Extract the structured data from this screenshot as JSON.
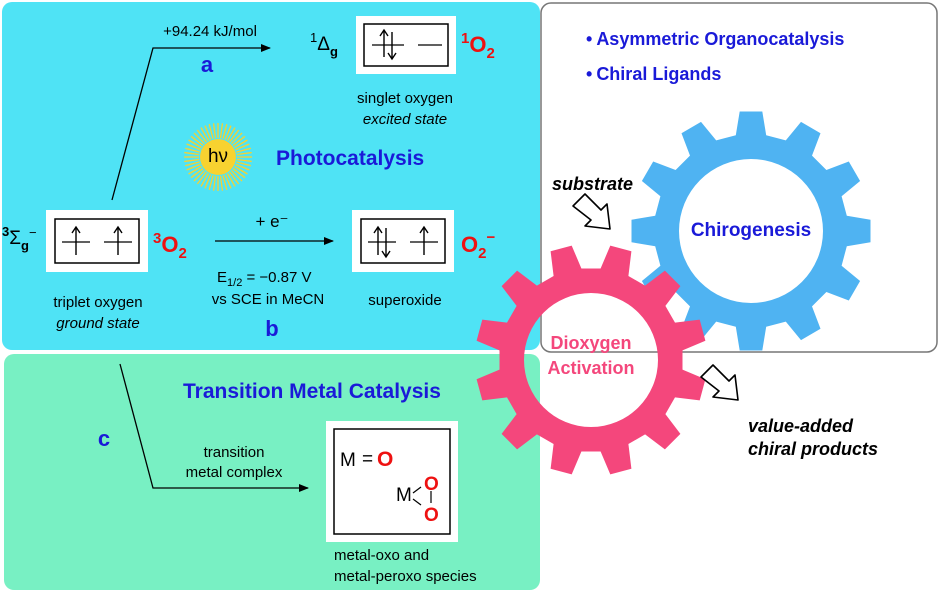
{
  "colors": {
    "cyan_panel": "#4fe3f5",
    "green_panel": "#78f0c3",
    "pink_gear": "#f4477c",
    "blue_gear": "#4fb3f2",
    "label_blue": "#1a1ad8",
    "oxygen_red": "#ee1111",
    "sun_yellow": "#f7d230"
  },
  "photocatalysis": {
    "title": "Photocatalysis",
    "hv_symbol": "hν",
    "path_a": {
      "letter": "a",
      "energy": "+94.24 kJ/mol"
    },
    "path_b": {
      "letter": "b",
      "reagent": "+ e⁻",
      "potential_line1": "E",
      "potential_sub": "1/2",
      "potential_value": " = −0.87 V",
      "potential_line2": "vs SCE in MeCN"
    }
  },
  "triplet": {
    "term_super": "3",
    "term_symbol": "Σ",
    "term_sub": "g",
    "term_sup2": "−",
    "species_super": "3",
    "species": "O",
    "species_sub": "2",
    "label": "triplet oxygen",
    "state": "ground state"
  },
  "singlet": {
    "term_super": "1",
    "term_symbol": "Δ",
    "term_sub": "g",
    "species_super": "1",
    "species": "O",
    "species_sub": "2",
    "label": "singlet oxygen",
    "state": "excited state"
  },
  "superoxide": {
    "species": "O",
    "species_sub": "2",
    "species_sup": "−",
    "label": "superoxide"
  },
  "tmc": {
    "title": "Transition Metal Catalysis",
    "letter": "c",
    "arrow_line1": "transition",
    "arrow_line2": "metal complex",
    "oxo_metal": "M",
    "oxo_bond": "=",
    "oxo_o": "O",
    "peroxo_metal": "M",
    "peroxo_o1": "O",
    "peroxo_o2": "O",
    "species_line1": "metal-oxo and",
    "species_line2": "metal-peroxo species"
  },
  "right": {
    "bullet": "•",
    "bullet1": "Asymmetric Organocatalysis",
    "bullet2": "Chiral Ligands",
    "substrate": "substrate",
    "product_line1": "value-added",
    "product_line2": "chiral products"
  },
  "gears": {
    "blue_label": "Chirogenesis",
    "pink_line1": "Dioxygen",
    "pink_line2": "Activation"
  }
}
